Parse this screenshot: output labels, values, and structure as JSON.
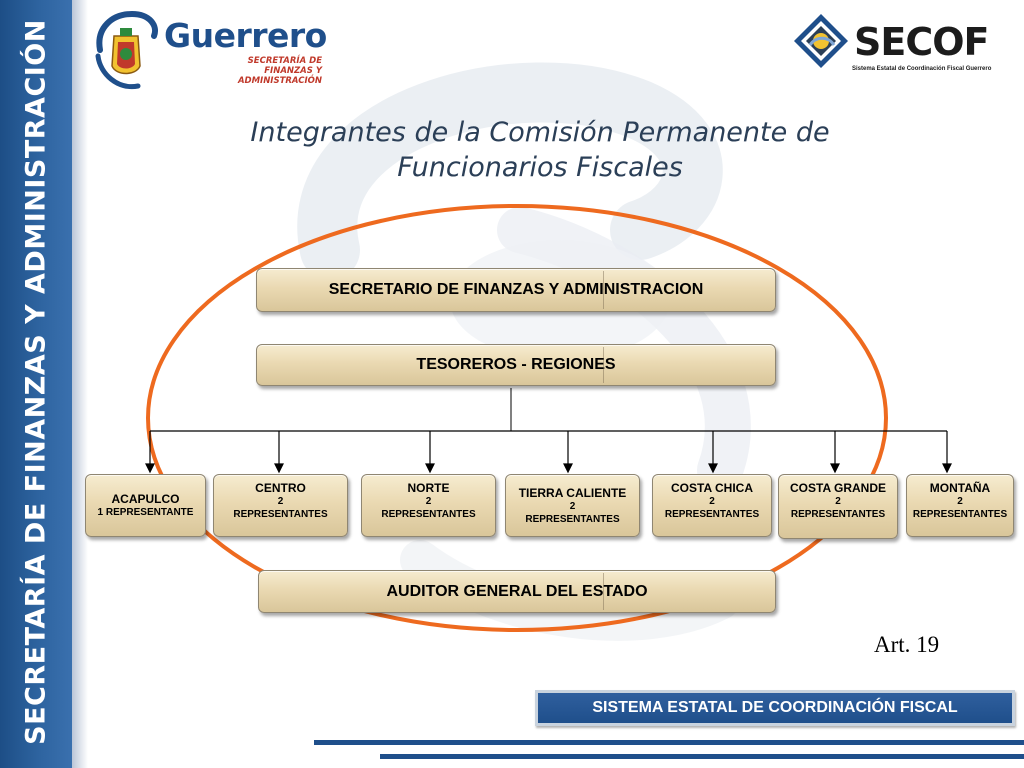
{
  "side_text": "SECRETARÍA DE FINANZAS Y ADMINISTRACIÓN",
  "logo_left": {
    "title": "Guerrero",
    "subtitle_lines": [
      "SECRETARÍA DE",
      "FINANZAS Y",
      "ADMINISTRACIÓN"
    ]
  },
  "logo_right": {
    "title": "SECOF",
    "tagline": "Sistema Estatal de Coordinación Fiscal Guerrero"
  },
  "title_lines": [
    "Integrantes de la Comisión Permanente de",
    "Funcionarios Fiscales"
  ],
  "boxes": {
    "secretario": "SECRETARIO DE FINANZAS Y ADMINISTRACION",
    "tesoreros": "TESOREROS - REGIONES",
    "auditor": "AUDITOR GENERAL DEL ESTADO"
  },
  "regions": [
    {
      "name": "ACAPULCO",
      "count": "",
      "label": "1 REPRESENTANTE"
    },
    {
      "name": "CENTRO",
      "count": "2",
      "label": "REPRESENTANTES"
    },
    {
      "name": "NORTE",
      "count": "2",
      "label": "REPRESENTANTES"
    },
    {
      "name": "TIERRA CALIENTE",
      "count": "2",
      "label": "REPRESENTANTES"
    },
    {
      "name": "COSTA CHICA",
      "count": "2",
      "label": "REPRESENTANTES"
    },
    {
      "name": "COSTA GRANDE",
      "count": "2",
      "label": "REPRESENTANTES"
    },
    {
      "name": "MONTAÑA",
      "count": "2",
      "label": "REPRESENTANTES"
    }
  ],
  "article_ref": "Art. 19",
  "footer_banner": "SISTEMA ESTATAL DE COORDINACIÓN FISCAL",
  "colors": {
    "brand_blue": "#1f4f8b",
    "oval_orange": "#ee6a1f",
    "box_beige": "#ead9b2"
  }
}
